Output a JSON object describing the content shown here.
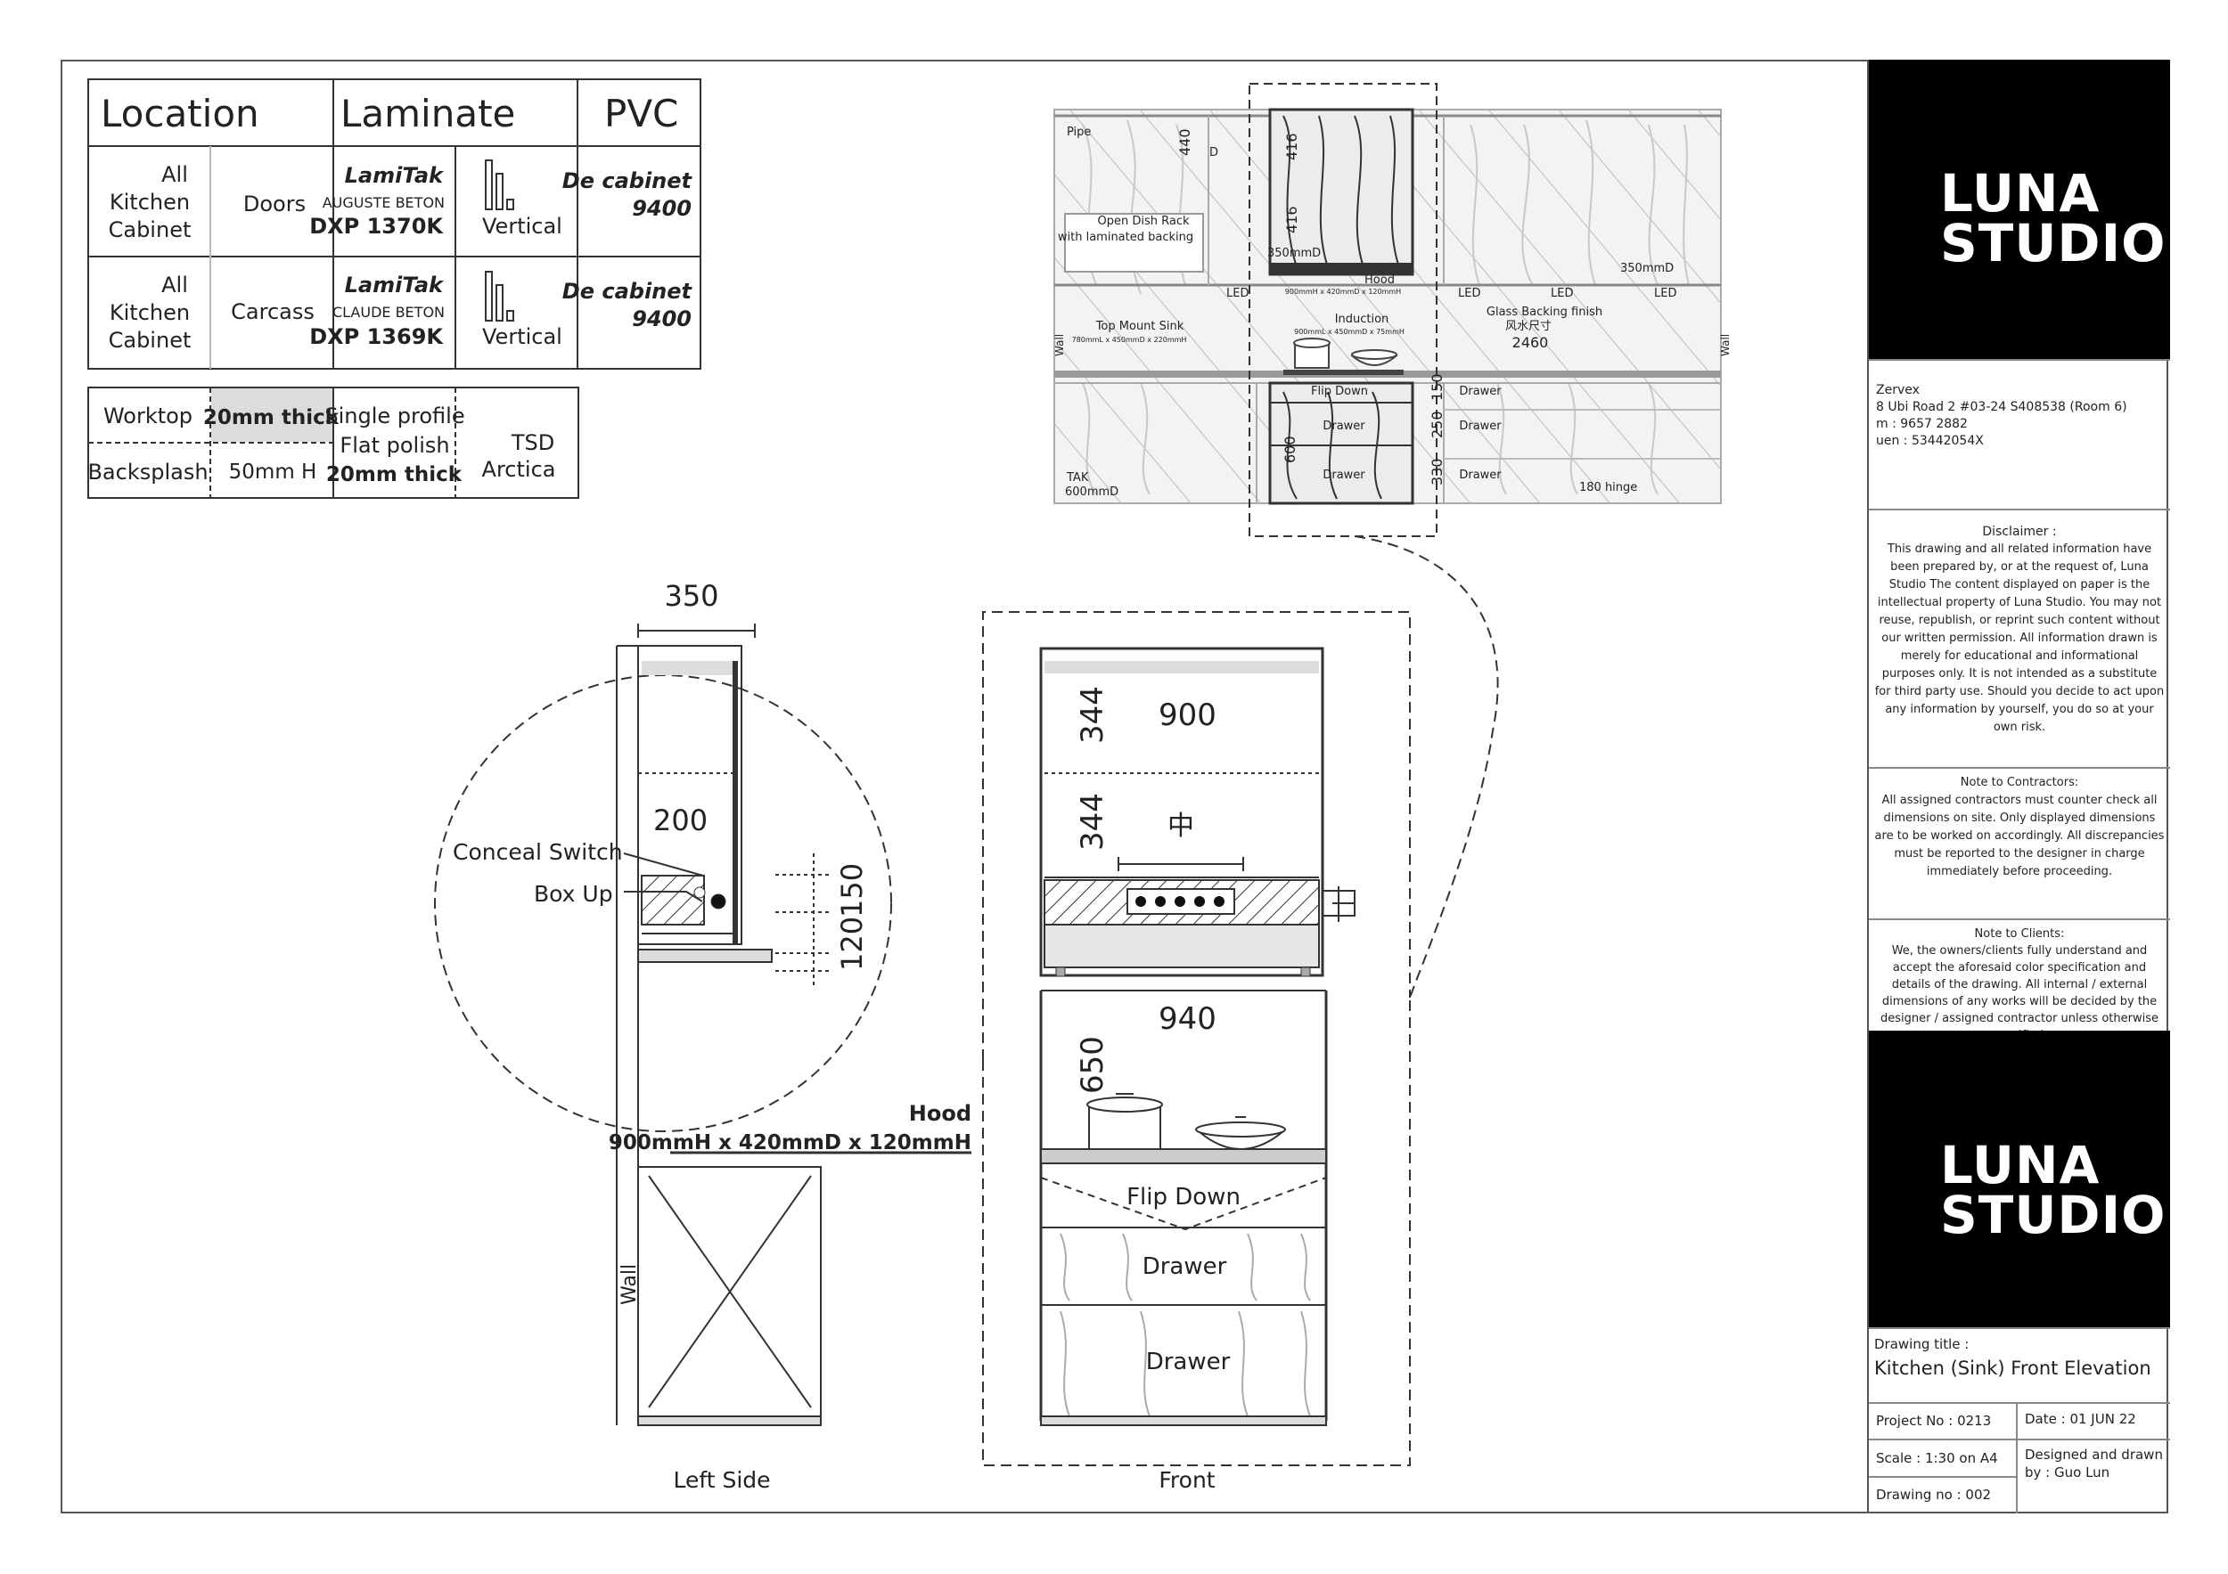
{
  "spec_table": {
    "headers": [
      "Location",
      "Laminate",
      "PVC"
    ],
    "rows": [
      {
        "location": "All\nKitchen\nCabinet",
        "part": "Doors",
        "brand": "LamiTak",
        "finish": "AUGUSTE BETON",
        "code": "DXP 1370K",
        "grain": "Vertical",
        "pvc": "De cabinet\n9400"
      },
      {
        "location": "All\nKitchen\nCabinet",
        "part": "Carcass",
        "brand": "LamiTak",
        "finish": "CLAUDE BETON",
        "code": "DXP 1369K",
        "grain": "Vertical",
        "pvc": "De cabinet\n9400"
      }
    ]
  },
  "worktop_table": {
    "worktop_label": "Worktop",
    "worktop_thickness": "20mm thick",
    "backsplash_label": "Backsplash",
    "backsplash_height": "50mm H",
    "profile": "Single profile\nFlat polish",
    "profile_thickness": "20mm thick",
    "material": "TSD\nArctica"
  },
  "elevation": {
    "labels": {
      "pipe": "Pipe",
      "d": "D",
      "dim_440": "440",
      "dim_416a": "416",
      "dim_416b": "416",
      "dish_rack": "Open Dish Rack\nwith laminated backing",
      "d350_a": "350mmD",
      "d350_b": "350mmD",
      "hood": "Hood",
      "hood_dims_small": "900mmH x 420mmD x 120mmH",
      "led": "LED",
      "induction": "Induction",
      "induction_dims": "900mmL x 450mmD x 75mmH",
      "glass": "Glass Backing finish",
      "chinese": "风水尺寸",
      "dim_2460": "2460",
      "sink": "Top Mount Sink",
      "sink_dims": "780mmL x 450mmD x 220mmH",
      "wall": "Wall",
      "flip_down": "Flip Down",
      "drawer": "Drawer",
      "dim_150": "150",
      "dim_250": "250",
      "dim_330": "330",
      "dim_600": "600",
      "tak": "TAK",
      "d600": "600mmD",
      "hinge": "180 hinge"
    }
  },
  "left_side": {
    "dim_350": "350",
    "dim_200": "200",
    "conceal_switch": "Conceal Switch",
    "box_up": "Box Up",
    "dim_120": "120",
    "dim_150": "150",
    "wall": "Wall",
    "caption": "Left Side"
  },
  "front": {
    "dim_344a": "344",
    "dim_900": "900",
    "dim_344b": "344",
    "chinese": "中",
    "dim_940": "940",
    "dim_650": "650",
    "flip_down": "Flip Down",
    "drawer1": "Drawer",
    "drawer2": "Drawer",
    "caption": "Front",
    "hood_label": "Hood",
    "hood_dims": "900mmH x 420mmD x 120mmH"
  },
  "title_block": {
    "logo": "LUNA\nSTUDIO.",
    "client": "Zervex",
    "address": "8 Ubi Road 2 #03-24 S408538 (Room 6)",
    "mobile": "m : 9657 2882",
    "uen": "uen : 53442054X",
    "disclaimer_title": "Disclaimer :",
    "disclaimer": "This drawing and all related information have been prepared by, or at the request of, Luna Studio The content displayed on paper is the intellectual property of Luna Studio. You may not reuse, republish, or reprint such content without our written permission. All information drawn is merely for educational and informational purposes only. It is not intended as a substitute for third party use. Should you decide to act upon any information by yourself, you do so at your own risk.",
    "contractors_title": "Note to Contractors:",
    "contractors": "All assigned contractors must counter check all dimensions on site. Only displayed dimensions are to be worked on accordingly. All discrepancies must be reported to the designer in charge immediately before proceeding.",
    "clients_title": "Note to Clients:",
    "clients": "We, the owners/clients fully understand and accept the aforesaid color specification and details of the drawing. All internal / external dimensions of any works will be decided by the designer / assigned contractor unless otherwise specified.",
    "drawing_title_label": "Drawing title :",
    "drawing_title": "Kitchen (Sink) Front Elevation",
    "project_no": "Project No : 0213",
    "date": "Date : 01 JUN 22",
    "scale": "Scale : 1:30 on A4",
    "designed": "Designed and drawn\nby : Guo Lun",
    "drawing_no": "Drawing no : 002"
  }
}
